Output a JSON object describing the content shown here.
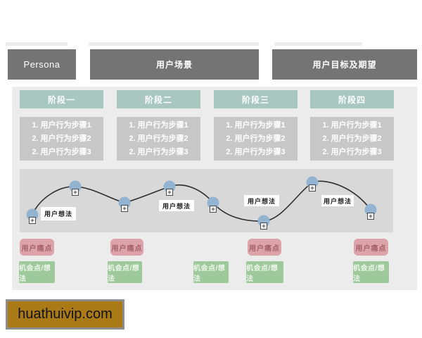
{
  "top_header": {
    "persona": "Persona",
    "scenario": "用户场景",
    "goals": "用户目标及期望"
  },
  "stages": [
    {
      "label": "阶段一",
      "steps": [
        "1. 用户行为步骤1",
        "2. 用户行为步骤2",
        "2. 用户行为步骤3"
      ]
    },
    {
      "label": "阶段二",
      "steps": [
        "1. 用户行为步骤1",
        "2. 用户行为步骤2",
        "2. 用户行为步骤3"
      ]
    },
    {
      "label": "阶段三",
      "steps": [
        "1. 用户行为步骤1",
        "2. 用户行为步骤2",
        "2. 用户行为步骤3"
      ]
    },
    {
      "label": "阶段四",
      "steps": [
        "1. 用户行为步骤1",
        "2. 用户行为步骤2",
        "2. 用户行为步骤3"
      ]
    }
  ],
  "journey": {
    "thought_label": "用户想法",
    "dot_count": 8,
    "marker_icon": "plus-in-square"
  },
  "pain_label": "用户痛点",
  "opportunity_label": "机会点/想法",
  "watermark": "huathuivip.com",
  "colors": {
    "dark_header_bg": "#747474",
    "stage_header_bg": "#a7c7c0",
    "steps_card_bg": "#c7c7c7",
    "board_bg": "#ececec",
    "journey_panel_bg": "#d8d8d8",
    "pain_bg": "#dca3a9",
    "pain_text": "#a66069",
    "opportunity_bg": "#9ec99b",
    "dot_fill": "#93b4d1",
    "curve_stroke": "#2e2e2e",
    "watermark_bg": "#aa7a17"
  }
}
